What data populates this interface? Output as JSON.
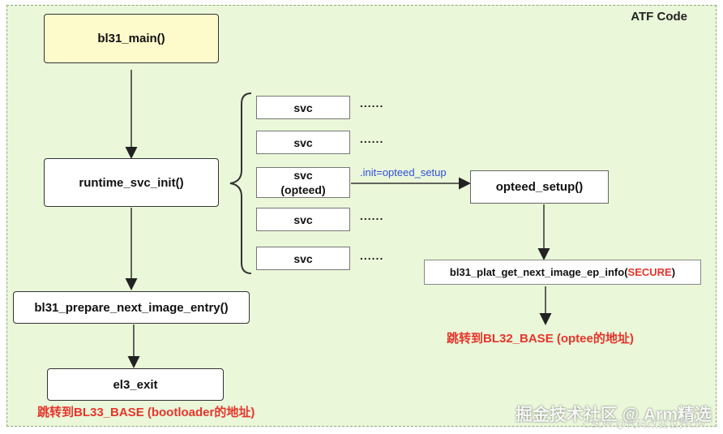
{
  "diagram": {
    "title": "ATF Code",
    "bl31_main": "bl31_main()",
    "runtime_svc_init": "runtime_svc_init()",
    "bl31_prepare": "bl31_prepare_next_image_entry()",
    "el3_exit": "el3_exit",
    "svc_items": [
      {
        "label": "svc",
        "dots": "......"
      },
      {
        "label": "svc",
        "dots": "......"
      },
      {
        "label": "svc\n(opteed)",
        "dots": ""
      },
      {
        "label": "svc",
        "dots": "......"
      },
      {
        "label": "svc",
        "dots": "......"
      }
    ],
    "init_label": ".init=opteed_setup",
    "opteed_setup": "opteed_setup()",
    "plat_get": {
      "prefix": "bl31_plat_get_next_image_ep_info(",
      "secure": "SECURE",
      "suffix": ")"
    },
    "bl32_note": "跳转到BL32_BASE (optee的地址)",
    "bl33_note": "跳转到BL33_BASE (bootloader的地址)",
    "watermark": "掘金技术社区 @ Arm精选",
    "watermark_sub": "CSDN @代码改变世界ctw"
  },
  "colors": {
    "background": "#eaf7d9",
    "main_box": "#fdfacb",
    "red_note": "#e8342b",
    "blue_label": "#2f4fd8"
  }
}
